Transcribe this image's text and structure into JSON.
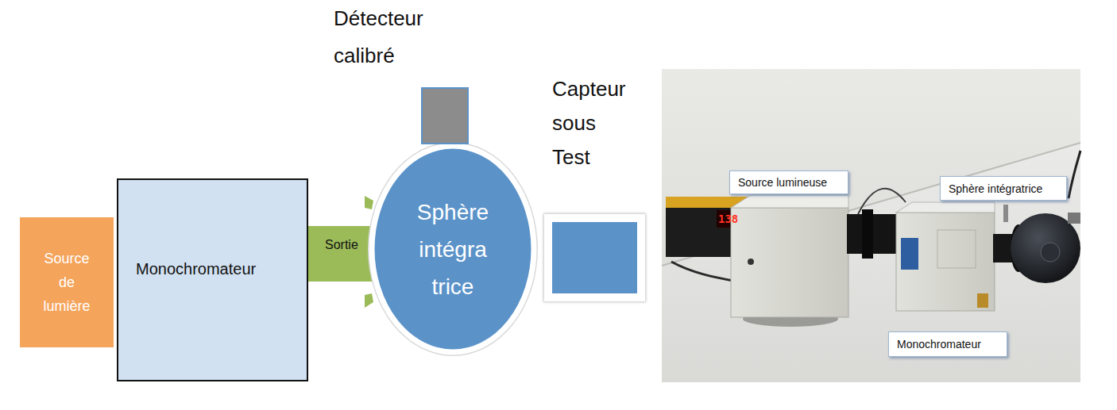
{
  "diagram": {
    "nodes": [
      {
        "text": [
          "Source de lumière"
        ]
      },
      {
        "text": [
          "Monochromateur"
        ]
      },
      {
        "text": [
          "Sortie"
        ]
      },
      {
        "text": [
          "Sphère intégra trice"
        ]
      },
      {
        "text": [
          "Détecteur calibré"
        ]
      },
      {
        "text": [
          "Capteur sous Test"
        ]
      },
      {
        "text": [
          "Source lumineuse"
        ]
      },
      {
        "text": [
          "Sphère intégratrice"
        ]
      },
      {
        "text": [
          "Monochromateur"
        ]
      }
    ],
    "labels": [
      "138"
    ]
  }
}
